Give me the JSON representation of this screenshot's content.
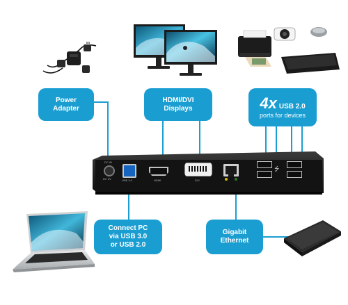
{
  "callouts": {
    "power": [
      "Power",
      "Adapter"
    ],
    "hdmi_dvi": [
      "HDMI/DVI",
      "Displays"
    ],
    "usb_ports": {
      "count": "4x",
      "type": "USB 2.0",
      "desc": "ports for devices"
    },
    "connect_pc": [
      "Connect PC",
      "via USB 3.0",
      "or USB 2.0"
    ],
    "ethernet": [
      "Gigabit",
      "Ethernet"
    ]
  },
  "port_labels": {
    "dc": [
      "DC IN",
      "DC 5V"
    ],
    "usb3": "USB 3.0",
    "hdmi": "HDMI",
    "dvi": "DVI"
  },
  "colors": {
    "accent": "#1a9ed2",
    "dock": "#151515"
  }
}
